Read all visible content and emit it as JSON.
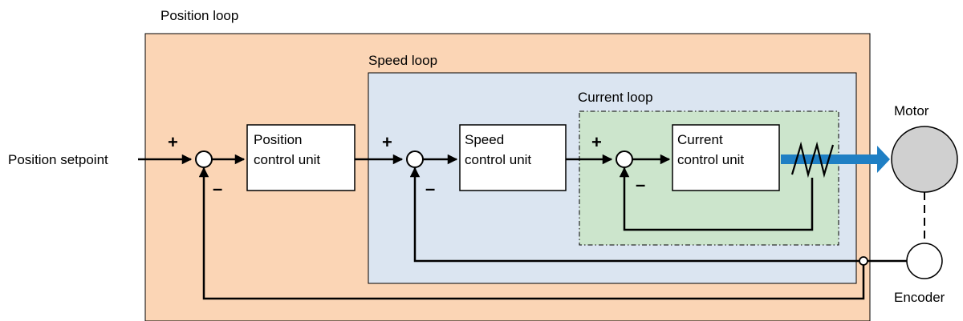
{
  "loops": {
    "position": "Position loop",
    "speed": "Speed loop",
    "current": "Current loop"
  },
  "input": {
    "label": "Position setpoint"
  },
  "blocks": {
    "position_control": [
      "Position",
      "control unit"
    ],
    "speed_control": [
      "Speed",
      "control unit"
    ],
    "current_control": [
      "Current",
      "control unit"
    ]
  },
  "signs": {
    "plus": "+",
    "minus": "–"
  },
  "motor": {
    "label": "Motor"
  },
  "encoder": {
    "label": "Encoder"
  },
  "colors": {
    "position_loop_fill": "#fbd5b5",
    "speed_loop_fill": "#dbe5f1",
    "current_loop_fill": "#cce5cc",
    "motor_fill": "#d0d0d0",
    "power_arrow": "#1f7fc4"
  },
  "icons": {
    "power_stage": "zigzag-icon",
    "output": "power-arrow-icon"
  }
}
